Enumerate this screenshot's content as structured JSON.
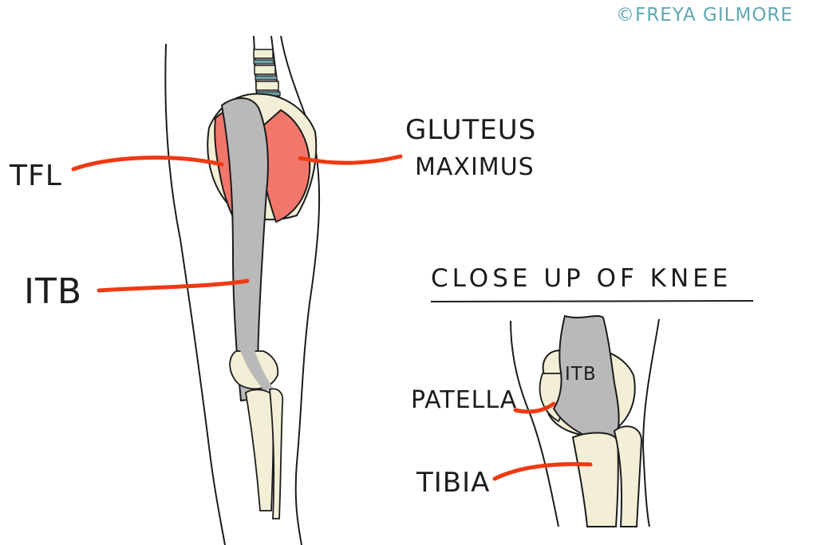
{
  "credit": "©FREYA GILMORE",
  "labels": {
    "tfl": "TFL",
    "gluteus_line1": "GLUTEUS",
    "gluteus_line2": "MAXIMUS",
    "itb": "ITB",
    "closeup_title": "CLOSE UP OF KNEE",
    "itb_knee": "ITB",
    "patella": "PATELLA",
    "tibia": "TIBIA"
  },
  "colors": {
    "outline": "#1c1c1c",
    "bone": "#f3efd6",
    "muscle": "#f2776b",
    "band": "#b9b9b9",
    "spine_disc": "#6fa0a6",
    "pointer": "#ee3a13",
    "credit": "#5fa8b6"
  }
}
